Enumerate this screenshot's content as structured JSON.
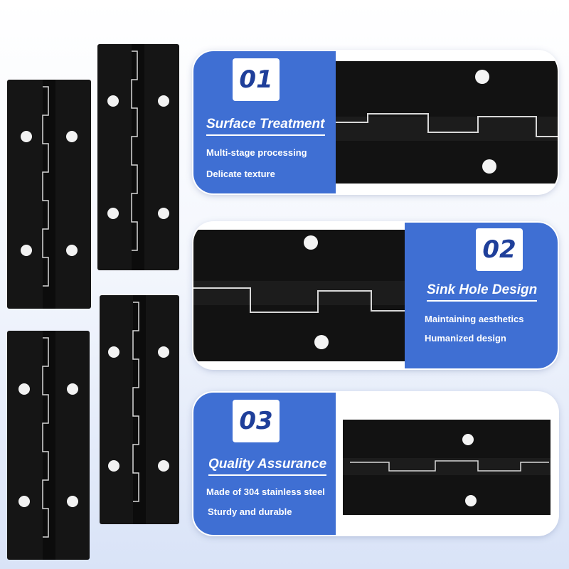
{
  "features": [
    {
      "number": "01",
      "title": "Surface Treatment",
      "lines": [
        "Multi-stage processing",
        "Delicate texture"
      ]
    },
    {
      "number": "02",
      "title": "Sink Hole Design",
      "lines": [
        "Maintaining aesthetics",
        "Humanized design"
      ]
    },
    {
      "number": "03",
      "title": "Quality Assurance",
      "lines": [
        "Made of 304 stainless steel",
        "Sturdy and durable"
      ]
    }
  ],
  "colors": {
    "panel_blue": "#3f6fd3",
    "badge_text": "#1f3f9a",
    "hinge_black": "#151515",
    "hinge_edge": "#d8d8d8"
  }
}
